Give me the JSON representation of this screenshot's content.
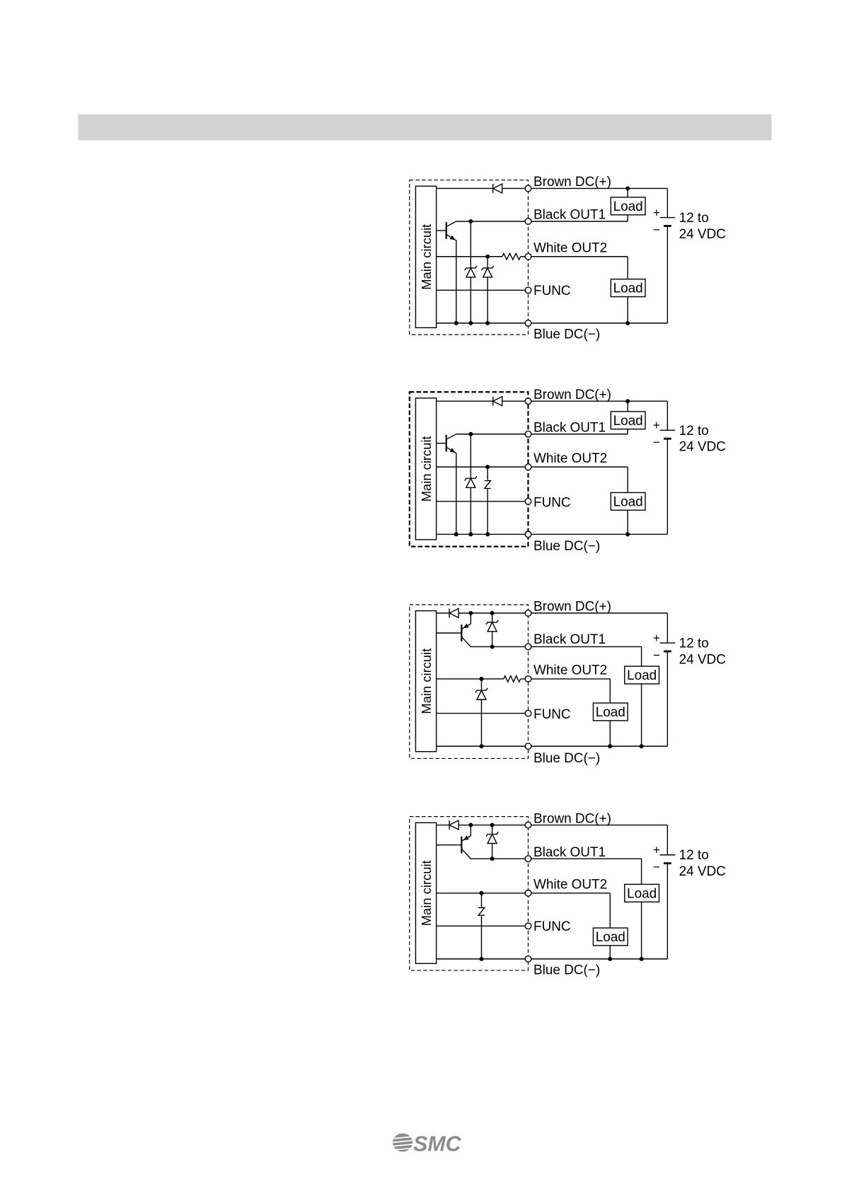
{
  "header_bar": {
    "color": "#d3d3d3"
  },
  "diagrams": [
    {
      "main_circuit": "Main circuit",
      "terminals": {
        "brown": "Brown DC(+)",
        "black": "Black OUT1",
        "white": "White OUT2",
        "func": "FUNC",
        "blue": "Blue DC(−)"
      },
      "load_out1": "Load",
      "load_out2": "Load",
      "supply": {
        "plus": "+",
        "minus": "−",
        "voltage_line1": "12 to",
        "voltage_line2": "24 VDC"
      }
    },
    {
      "main_circuit": "Main circuit",
      "terminals": {
        "brown": "Brown DC(+)",
        "black": "Black OUT1",
        "white": "White OUT2",
        "func": "FUNC",
        "blue": "Blue DC(−)"
      },
      "load_out1": "Load",
      "load_out2": "Load",
      "supply": {
        "plus": "+",
        "minus": "−",
        "voltage_line1": "12 to",
        "voltage_line2": "24 VDC"
      }
    },
    {
      "main_circuit": "Main circuit",
      "terminals": {
        "brown": "Brown DC(+)",
        "black": "Black OUT1",
        "white": "White OUT2",
        "func": "FUNC",
        "blue": "Blue DC(−)"
      },
      "load_out1": "Load",
      "load_out2": "Load",
      "supply": {
        "plus": "+",
        "minus": "−",
        "voltage_line1": "12 to",
        "voltage_line2": "24 VDC"
      }
    },
    {
      "main_circuit": "Main circuit",
      "terminals": {
        "brown": "Brown DC(+)",
        "black": "Black OUT1",
        "white": "White OUT2",
        "func": "FUNC",
        "blue": "Blue DC(−)"
      },
      "load_out1": "Load",
      "load_out2": "Load",
      "supply": {
        "plus": "+",
        "minus": "−",
        "voltage_line1": "12 to",
        "voltage_line2": "24 VDC"
      }
    }
  ],
  "footer": {
    "logo_text": "SMC",
    "logo_color": "#8c8c8c"
  }
}
